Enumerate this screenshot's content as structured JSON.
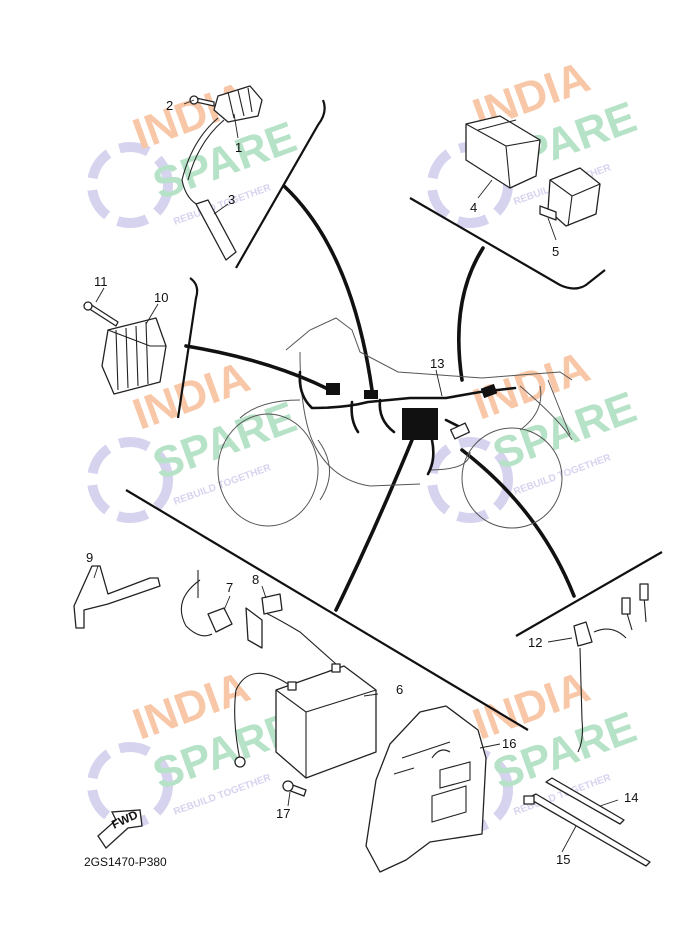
{
  "diagram_code": "2GS1470-P380",
  "fwd_label": "FWD",
  "watermark": {
    "line1": "INDIA",
    "line2": "SPARE",
    "tagline": "REBUILD TOGETHER",
    "color_orange": "#f6b48a",
    "color_green": "#9ed8b4",
    "color_icon": "#c9c4ea"
  },
  "callouts": [
    "1",
    "2",
    "3",
    "4",
    "5",
    "6",
    "7",
    "8",
    "9",
    "10",
    "11",
    "12",
    "13",
    "14",
    "15",
    "16",
    "17"
  ]
}
